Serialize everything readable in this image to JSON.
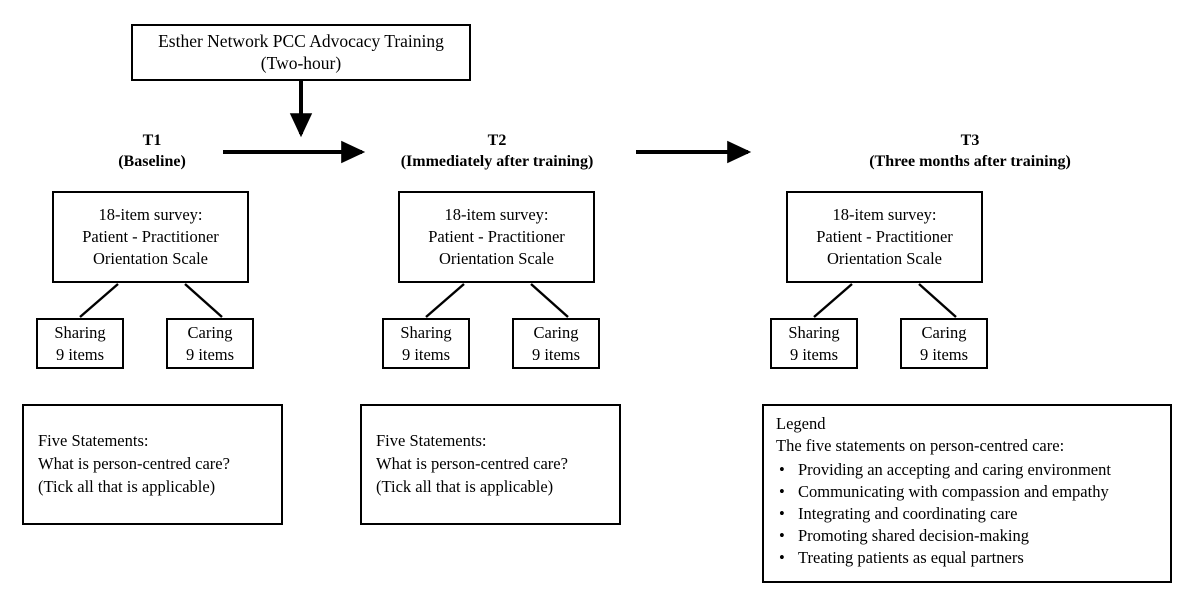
{
  "diagram": {
    "title_box": {
      "line1": "Esther Network PCC Advocacy Training",
      "line2": "(Two-hour)"
    },
    "timepoints": [
      {
        "id": "T1",
        "code": "T1",
        "description": "(Baseline)",
        "survey": {
          "line1": "18-item survey:",
          "line2": "Patient - Practitioner",
          "line3": "Orientation Scale"
        },
        "subscales": [
          {
            "name": "Sharing",
            "items": "9 items"
          },
          {
            "name": "Caring",
            "items": "9 items"
          }
        ],
        "statements": {
          "line1": "Five Statements:",
          "line2": "What is person-centred care?",
          "line3": "(Tick all that is applicable)"
        }
      },
      {
        "id": "T2",
        "code": "T2",
        "description": "(Immediately after training)",
        "survey": {
          "line1": "18-item survey:",
          "line2": "Patient - Practitioner",
          "line3": "Orientation Scale"
        },
        "subscales": [
          {
            "name": "Sharing",
            "items": "9 items"
          },
          {
            "name": "Caring",
            "items": "9 items"
          }
        ],
        "statements": {
          "line1": "Five Statements:",
          "line2": "What is person-centred care?",
          "line3": "(Tick all that is applicable)"
        }
      },
      {
        "id": "T3",
        "code": "T3",
        "description": "(Three months after training)",
        "survey": {
          "line1": "18-item survey:",
          "line2": "Patient - Practitioner",
          "line3": "Orientation Scale"
        },
        "subscales": [
          {
            "name": "Sharing",
            "items": "9 items"
          },
          {
            "name": "Caring",
            "items": "9 items"
          }
        ]
      }
    ],
    "legend": {
      "title": "Legend",
      "subtitle": "The five statements on person-centred care:",
      "bullet_glyph": "•",
      "items": [
        "Providing an accepting and caring environment",
        "Communicating with compassion and empathy",
        "Integrating and coordinating care",
        "Promoting shared decision-making",
        "Treating patients as equal partners"
      ]
    },
    "colors": {
      "stroke": "#000000",
      "background": "#ffffff",
      "text": "#000000"
    }
  }
}
